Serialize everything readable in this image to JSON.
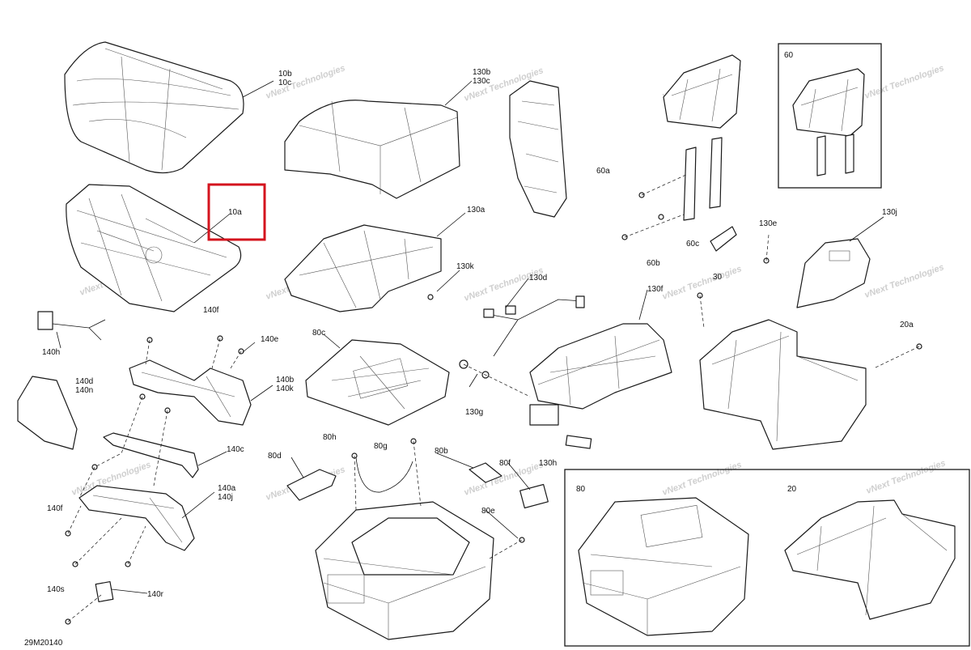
{
  "document_code": "29M20140",
  "watermark_text": "vNext Technologies",
  "highlight_color": "#d4141e",
  "highlighted_callout": "10a",
  "callouts": {
    "c10b": "10b",
    "c10c": "10c",
    "c10a": "10a",
    "c130b": "130b",
    "c130c": "130c",
    "c130a": "130a",
    "c130k": "130k",
    "c130d": "130d",
    "c130f": "130f",
    "c130g": "130g",
    "c130h": "130h",
    "c130e": "130e",
    "c130j": "130j",
    "c60": "60",
    "c60a": "60a",
    "c60b": "60b",
    "c60c": "60c",
    "c30": "30",
    "c20a": "20a",
    "c140h": "140h",
    "c140f_top": "140f",
    "c140e": "140e",
    "c140d": "140d",
    "c140n": "140n",
    "c140b": "140b",
    "c140k": "140k",
    "c140c": "140c",
    "c140a": "140a",
    "c140j": "140j",
    "c140f_bottom": "140f",
    "c140s": "140s",
    "c140r": "140r",
    "c80c": "80c",
    "c80h": "80h",
    "c80g": "80g",
    "c80d": "80d",
    "c80b": "80b",
    "c80f": "80f",
    "c80e": "80e",
    "c80_box": "80",
    "c20_box": "20"
  }
}
